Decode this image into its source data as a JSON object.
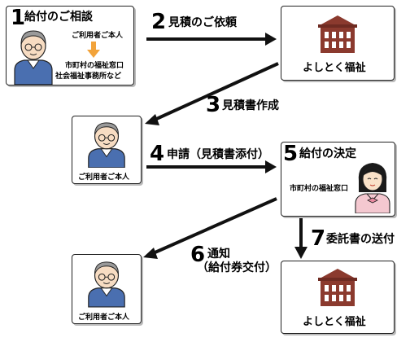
{
  "step1": {
    "number": "1",
    "title": "給付のご相談",
    "user": "ご利用者ご本人",
    "office_line1": "市町村の福祉窓口",
    "office_line2": "社会福祉事務所など"
  },
  "step2": {
    "number": "2",
    "label": "見積のご依頼"
  },
  "provider_top": {
    "name": "よしとく福祉"
  },
  "step3": {
    "number": "3",
    "label": "見積書作成"
  },
  "user_mid": {
    "name": "ご利用者ご本人"
  },
  "step4": {
    "number": "4",
    "label": "申請（見積書添付）"
  },
  "step5": {
    "number": "5",
    "title": "給付の決定",
    "office": "市町村の福祉窓口"
  },
  "step6": {
    "number": "6",
    "label_line1": "通知",
    "label_line2": "（給付券交付）"
  },
  "user_bottom": {
    "name": "ご利用者ご本人"
  },
  "step7": {
    "number": "7",
    "label": "委託書の送付"
  },
  "provider_bottom": {
    "name": "よしとく福祉"
  },
  "colors": {
    "building": "#8b3a2e",
    "person_shirt": "#4a6fb0",
    "hair_gray": "#9a9a9a",
    "woman_kimono": "#f4c8d0",
    "arrow_orange": "#f2a33a"
  }
}
